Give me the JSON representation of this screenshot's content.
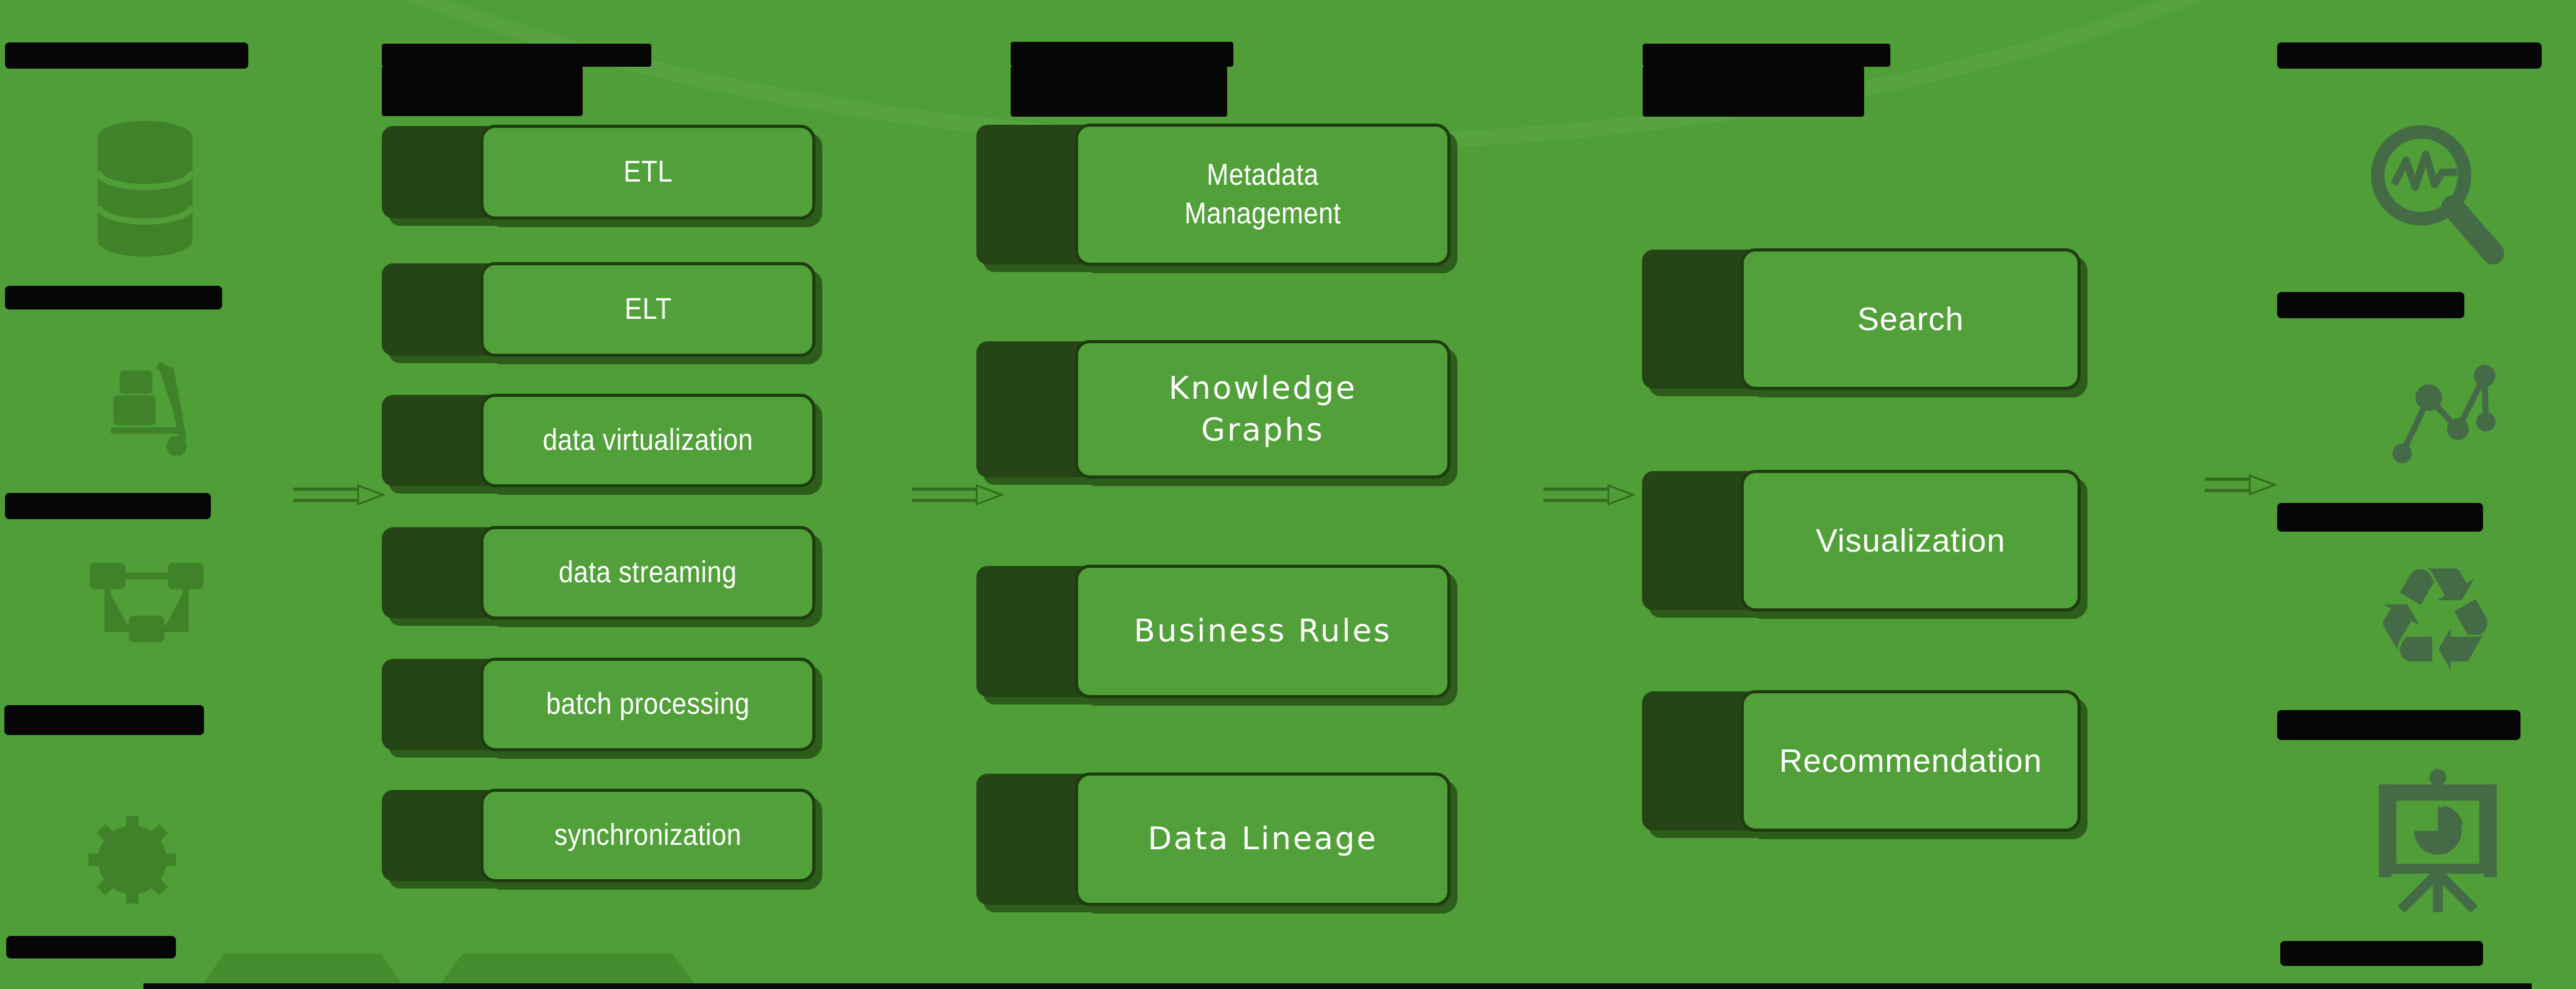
{
  "colors": {
    "background": "#4f9e37",
    "panel": "#51a039",
    "tab": "#254516",
    "border": "#1e3c10",
    "shadow": "rgba(18,40,6,0.55)",
    "text": "#ffffff",
    "redacted": "#060606",
    "consumer_icon": "#42604a",
    "faint_icon": "#1e440c"
  },
  "columns": {
    "sources": {
      "header": {
        "redacted": true,
        "label": ""
      },
      "items": [
        {
          "icon": "database-icon",
          "label": "",
          "redacted": true
        },
        {
          "icon": "hand-truck-icon",
          "label": "",
          "redacted": true
        },
        {
          "icon": "process-flow-icon",
          "label": "",
          "redacted": true
        },
        {
          "icon": "machine-gear-icon",
          "label": "",
          "redacted": true
        }
      ]
    },
    "integration": {
      "header": {
        "redacted": true,
        "label": ""
      },
      "boxes": [
        {
          "label": "ETL"
        },
        {
          "label": "ELT"
        },
        {
          "label": "data virtualization"
        },
        {
          "label": "data streaming"
        },
        {
          "label": "batch processing"
        },
        {
          "label": "synchronization"
        }
      ]
    },
    "governance": {
      "header": {
        "redacted": true,
        "label": ""
      },
      "boxes": [
        {
          "label": "Metadata Management"
        },
        {
          "label": "Knowledge Graphs"
        },
        {
          "label": "Business Rules"
        },
        {
          "label": "Data Lineage"
        }
      ]
    },
    "consumption": {
      "header": {
        "redacted": true,
        "label": ""
      },
      "boxes": [
        {
          "label": "Search"
        },
        {
          "label": "Visualization"
        },
        {
          "label": "Recommendation"
        }
      ]
    },
    "consumers": {
      "header": {
        "redacted": true,
        "label": ""
      },
      "items": [
        {
          "icon": "search-analytics-icon",
          "label": "",
          "redacted": true
        },
        {
          "icon": "network-graph-icon",
          "label": "",
          "redacted": true
        },
        {
          "icon": "recycle-cycle-icon",
          "label": "",
          "redacted": true
        },
        {
          "icon": "presentation-chart-icon",
          "label": "",
          "redacted": true
        }
      ]
    }
  }
}
